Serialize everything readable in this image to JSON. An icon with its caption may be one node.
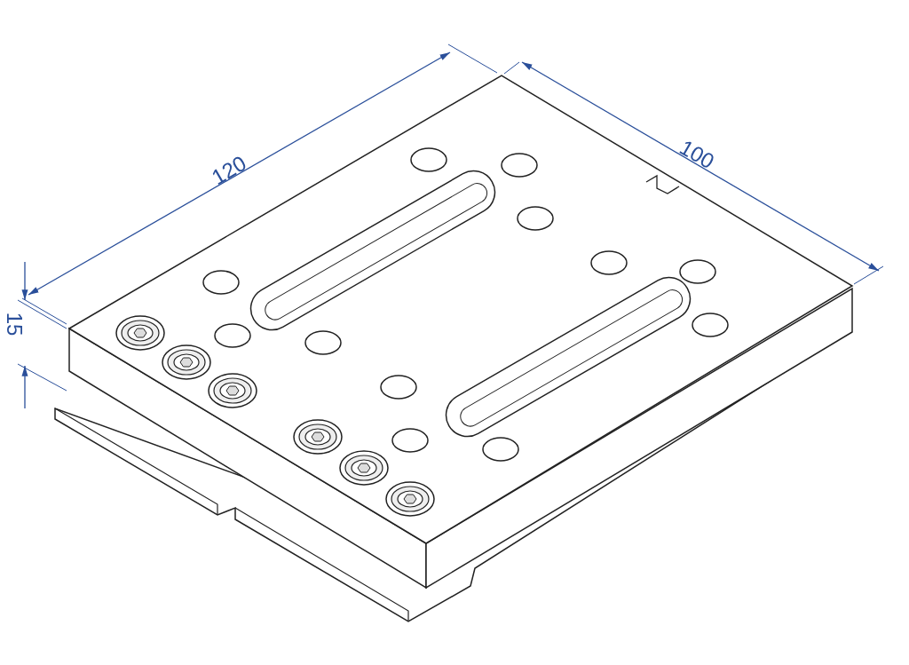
{
  "diagram": {
    "labels": [
      "120",
      "100",
      "15"
    ]
  }
}
